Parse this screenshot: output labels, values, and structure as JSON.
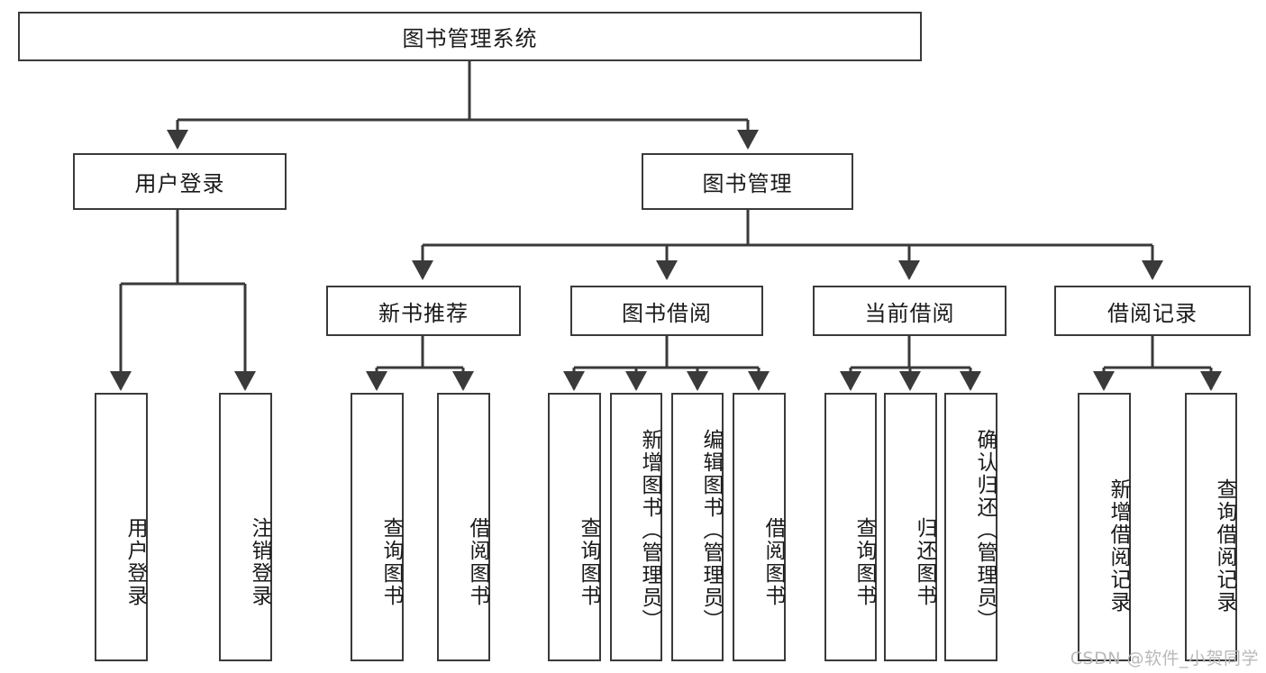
{
  "diagram": {
    "title": "图书管理系统",
    "watermark": "CSDN @软件_小贺同学",
    "colors": {
      "stroke": "#3a3a3a",
      "text": "#1a1a1a",
      "background": "#ffffff",
      "watermark": "#b9b9b9"
    },
    "root": {
      "label": "图书管理系统"
    },
    "level2": [
      {
        "label": "用户登录"
      },
      {
        "label": "图书管理"
      }
    ],
    "level3": [
      {
        "label": "新书推荐"
      },
      {
        "label": "图书借阅"
      },
      {
        "label": "当前借阅"
      },
      {
        "label": "借阅记录"
      }
    ],
    "leaves": {
      "user_login": [
        {
          "label": "用户登录"
        },
        {
          "label": "注销登录"
        }
      ],
      "new_book_recommend": [
        {
          "label": "查询图书"
        },
        {
          "label": "借阅图书"
        }
      ],
      "book_borrow": [
        {
          "label": "查询图书"
        },
        {
          "label": "新增图书（管理员）"
        },
        {
          "label": "编辑图书（管理员）"
        },
        {
          "label": "借阅图书"
        }
      ],
      "current_borrow": [
        {
          "label": "查询图书"
        },
        {
          "label": "归还图书"
        },
        {
          "label": "确认归还（管理员）"
        }
      ],
      "borrow_record": [
        {
          "label": "新增借阅记录"
        },
        {
          "label": "查询借阅记录"
        }
      ]
    }
  }
}
